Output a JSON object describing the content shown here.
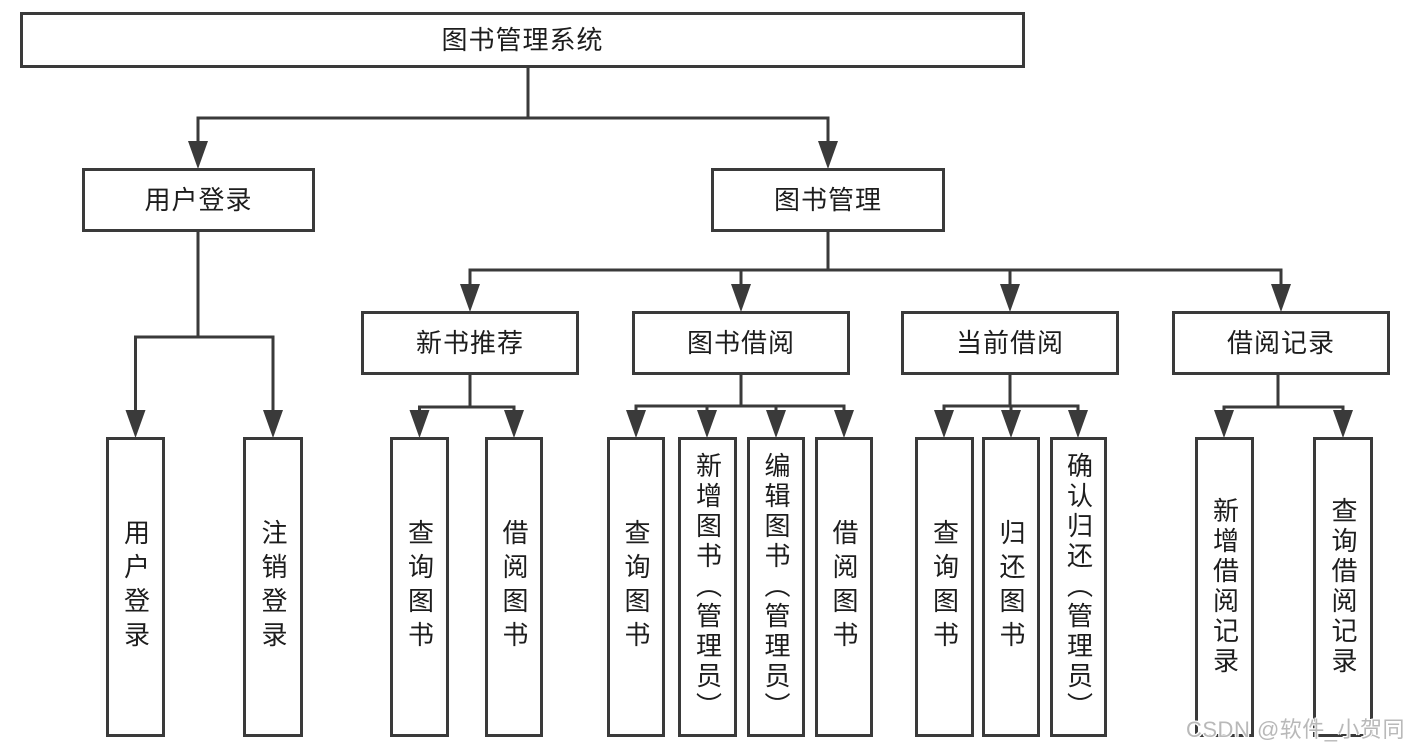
{
  "tree": {
    "root": {
      "label": "图书管理系统"
    },
    "branches": [
      {
        "label": "用户登录",
        "children": [
          {
            "label": "用户登录"
          },
          {
            "label": "注销登录"
          }
        ]
      },
      {
        "label": "图书管理",
        "children": [
          {
            "label": "新书推荐",
            "children": [
              {
                "label": "查询图书"
              },
              {
                "label": "借阅图书"
              }
            ]
          },
          {
            "label": "图书借阅",
            "children": [
              {
                "label": "查询图书"
              },
              {
                "label": "新增图书（管理员）"
              },
              {
                "label": "编辑图书（管理员）"
              },
              {
                "label": "借阅图书"
              }
            ]
          },
          {
            "label": "当前借阅",
            "children": [
              {
                "label": "查询图书"
              },
              {
                "label": "归还图书"
              },
              {
                "label": "确认归还（管理员）"
              }
            ]
          },
          {
            "label": "借阅记录",
            "children": [
              {
                "label": "新增借阅记录"
              },
              {
                "label": "查询借阅记录"
              }
            ]
          }
        ]
      }
    ]
  },
  "watermark": {
    "text": "CSDN @软件_小贺同学",
    "color": "#b9b9b9"
  },
  "colors": {
    "line": "#3a3a3a",
    "text": "#1d1d1d",
    "box_fill": "#ffffff",
    "background": "#ffffff"
  }
}
